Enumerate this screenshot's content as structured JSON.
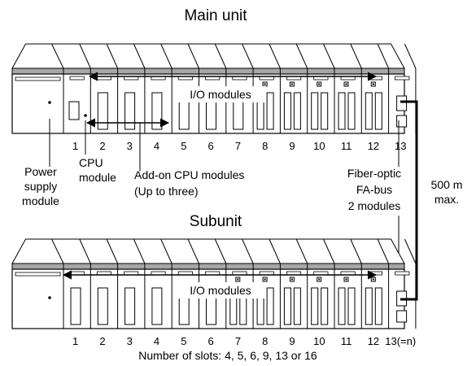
{
  "main_unit": {
    "title": "Main unit",
    "io_label": "I/O modules",
    "slot_numbers": [
      "1",
      "2",
      "3",
      "4",
      "5",
      "6",
      "7",
      "8",
      "9",
      "10",
      "11",
      "12",
      "13"
    ]
  },
  "sub_unit": {
    "title": "Subunit",
    "io_label": "I/O modules",
    "slot_numbers": [
      "1",
      "2",
      "3",
      "4",
      "5",
      "6",
      "7",
      "8",
      "9",
      "10",
      "11",
      "12",
      "13(=n)"
    ]
  },
  "labels": {
    "power_supply": [
      "Power",
      "supply",
      "module"
    ],
    "cpu": [
      "CPU",
      "module"
    ],
    "addon_cpu": [
      "Add-on CPU modules",
      "(Up to three)"
    ],
    "fiber_optic": [
      "Fiber-optic",
      "FA-bus",
      "2 modules"
    ],
    "distance": [
      "500 m",
      "max."
    ],
    "slots_note": "Number of slots: 4, 5, 6, 9, 13 or 16"
  },
  "colors": {
    "top_band": "#a6a6a6",
    "line": "#000000",
    "background": "#ffffff"
  }
}
